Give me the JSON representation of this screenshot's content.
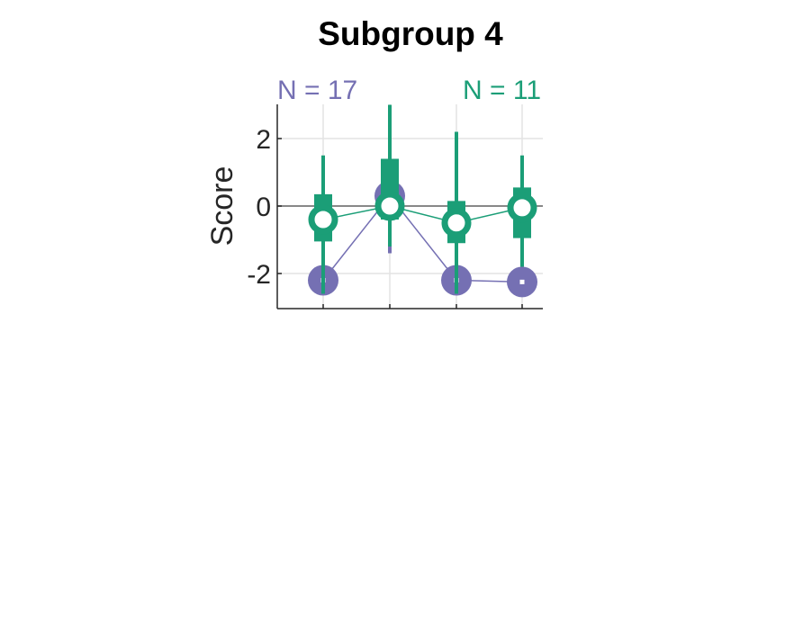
{
  "chart_data": {
    "type": "scatter",
    "title": "Subgroup 4",
    "xlabel": "",
    "ylabel": "Score",
    "ylim": [
      -3.0,
      3.0
    ],
    "yticks": [
      -2,
      0,
      2
    ],
    "ytick_labels": [
      "-2",
      "0",
      "2"
    ],
    "x_positions": [
      1,
      2,
      3,
      4
    ],
    "grid": true,
    "zero_line": true,
    "series": [
      {
        "key": "purple",
        "color": "#7570b3",
        "n_label": "N = 17",
        "means": [
          -2.2,
          0.3,
          -2.2,
          -2.25
        ],
        "whisker_low": [
          -2.6,
          -1.4,
          -2.6,
          -2.6
        ],
        "whisker_high": [
          -2.0,
          0.6,
          -2.0,
          -2.0
        ],
        "box_low": [
          -2.3,
          0.0,
          -2.3,
          -2.3
        ],
        "box_high": [
          -2.1,
          0.5,
          -2.1,
          -2.1
        ],
        "medians": [
          -2.2,
          0.3,
          -2.2,
          -2.25
        ]
      },
      {
        "key": "green",
        "color": "#1b9e77",
        "n_label": "N = 11",
        "means": [
          -0.4,
          0.0,
          -0.5,
          -0.05
        ],
        "whisker_low": [
          -2.6,
          -1.2,
          -2.6,
          -1.8
        ],
        "whisker_high": [
          1.5,
          3.0,
          2.2,
          1.5
        ],
        "box_low": [
          -1.05,
          -0.4,
          -1.1,
          -0.95
        ],
        "box_high": [
          0.35,
          1.4,
          0.15,
          0.55
        ],
        "medians": [
          -0.4,
          0.0,
          -0.5,
          -0.05
        ]
      }
    ]
  }
}
